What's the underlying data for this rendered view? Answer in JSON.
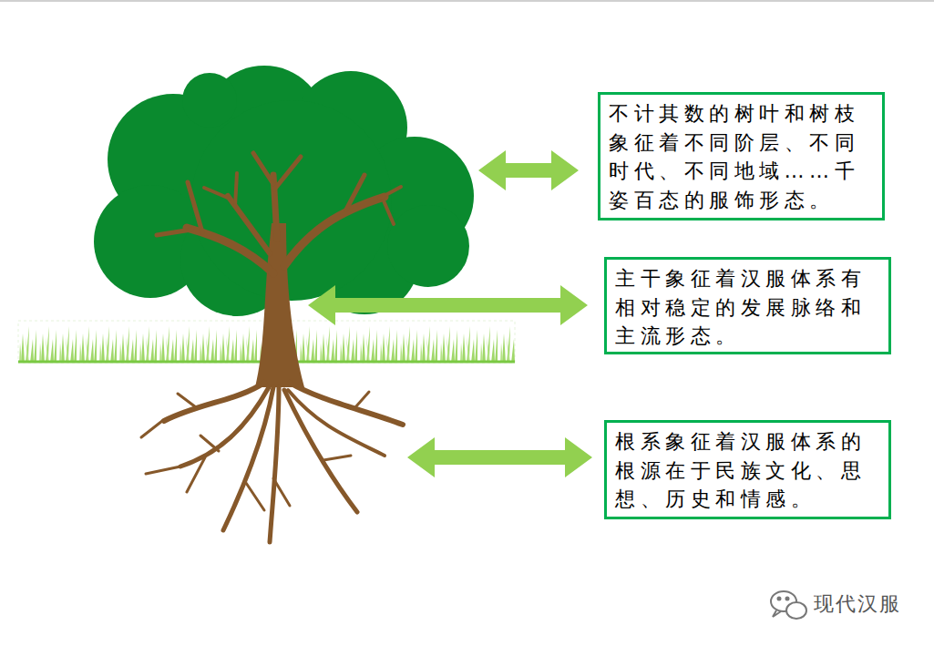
{
  "diagram": {
    "nodes": [
      {
        "text": [
          "不计其数的树叶和树枝象征着不同阶层、不同时代、不同地域……千姿百态的服饰形态。"
        ]
      },
      {
        "text": [
          "主干象征着汉服体系有相对稳定的发展脉络和主流形态。"
        ]
      },
      {
        "text": [
          "根系象征着汉服体系的根源在于民族文化、思想、历史和情感。"
        ]
      }
    ],
    "labels": [
      "现代汉服"
    ]
  }
}
